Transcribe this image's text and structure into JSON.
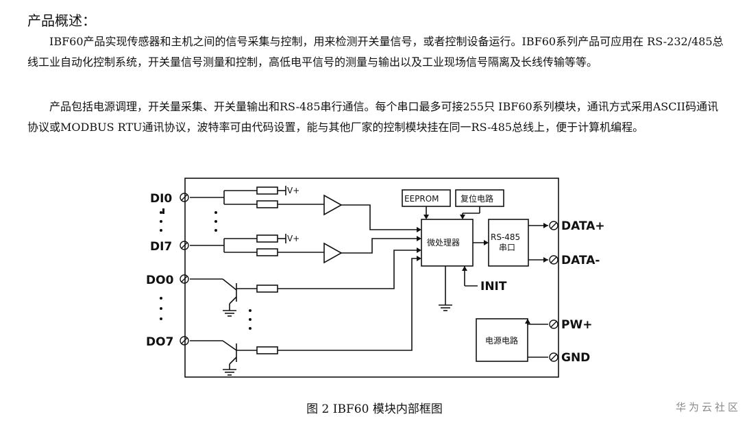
{
  "heading": "产品概述：",
  "paragraphs": [
    "IBF60产品实现传感器和主机之间的信号采集与控制，用来检测开关量信号，或者控制设备运行。IBF60系列产品可应用在 RS-232/485总线工业自动化控制系统，开关量信号测量和控制，高低电平信号的测量与输出以及工业现场信号隔离及长线传输等等。",
    "产品包括电源调理，开关量采集、开关量输出和RS-485串行通信。每个串口最多可接255只 IBF60系列模块，通讯方式采用ASCII码通讯协议或MODBUS RTU通讯协议，波特率可由代码设置，能与其他厂家的控制模块挂在同一RS-485总线上，便于计算机编程。"
  ],
  "diagram": {
    "inputs": [
      "DI0",
      "DI7"
    ],
    "outputs": [
      "DO0",
      "DO7"
    ],
    "vplus": "V+",
    "eeprom": "EEPROM",
    "reset": "复位电路",
    "mcu": "微处理器",
    "rs485_line1": "RS-485",
    "rs485_line2": "串口",
    "init": "INIT",
    "power": "电源电路",
    "terminals": [
      "DATA+",
      "DATA-",
      "PW+",
      "GND"
    ]
  },
  "caption": "图 2   IBF60 模块内部框图",
  "watermark": "华为云社区"
}
